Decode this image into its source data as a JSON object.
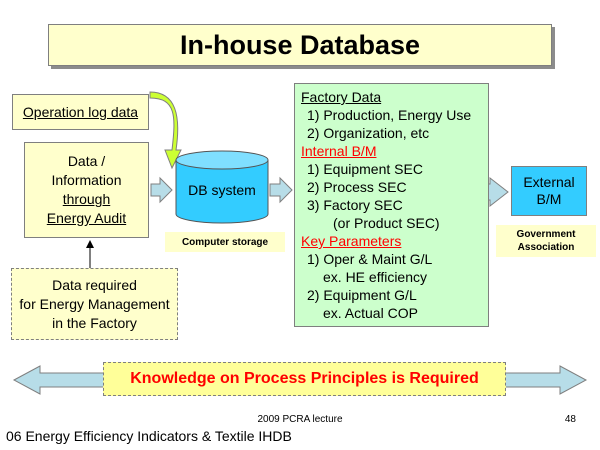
{
  "title": "In-house Database",
  "operation_log": "Operation log data",
  "data_info": {
    "line1": "Data /",
    "line2": "Information",
    "line3": "through",
    "line4": "Energy Audit"
  },
  "energy_required": {
    "line1": "Data required",
    "line2": "for Energy Management",
    "line3": "in the Factory"
  },
  "db_system": "DB system",
  "computer_storage": "Computer storage",
  "details": {
    "factory_header": "Factory Data",
    "factory_items": [
      "1) Production, Energy Use",
      "2) Organization, etc"
    ],
    "internal_header": "Internal B/M",
    "internal_items": [
      "1) Equipment SEC",
      "2) Process SEC",
      "3) Factory SEC",
      "(or Product SEC)"
    ],
    "key_header": "Key Parameters",
    "key_items": [
      "1) Oper & Maint G/L",
      "ex. HE efficiency",
      "2) Equipment G/L",
      "ex. Actual COP"
    ]
  },
  "external": {
    "line1": "External",
    "line2": "B/M"
  },
  "government": {
    "line1": "Government",
    "line2": "Association"
  },
  "knowledge": "Knowledge on Process Principles is Required",
  "footer": {
    "lecture": "2009 PCRA lecture",
    "page": "48",
    "caption": "06 Energy Efficiency Indicators & Textile IHDB"
  },
  "colors": {
    "box_fill": "#ffffcc",
    "green_fill": "#ccffcc",
    "blue_fill": "#33ccff",
    "arrow_fill": "#b7dde8",
    "accent_red": "#ff0000",
    "lime_arrow": "#ccff33"
  }
}
